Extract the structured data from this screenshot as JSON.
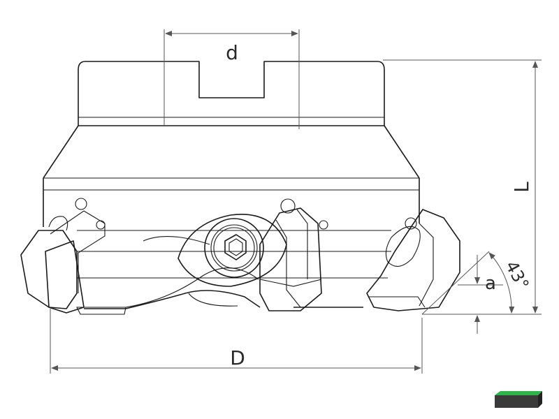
{
  "dimensions": {
    "bore": "d",
    "length": "L",
    "diameter": "D",
    "depth": "a",
    "angle": "43°"
  },
  "colors": {
    "line": "#1a1a1a",
    "dimension_line": "#555555",
    "badge_top": "#2fb44a",
    "badge_body": "#3a3a3a"
  }
}
